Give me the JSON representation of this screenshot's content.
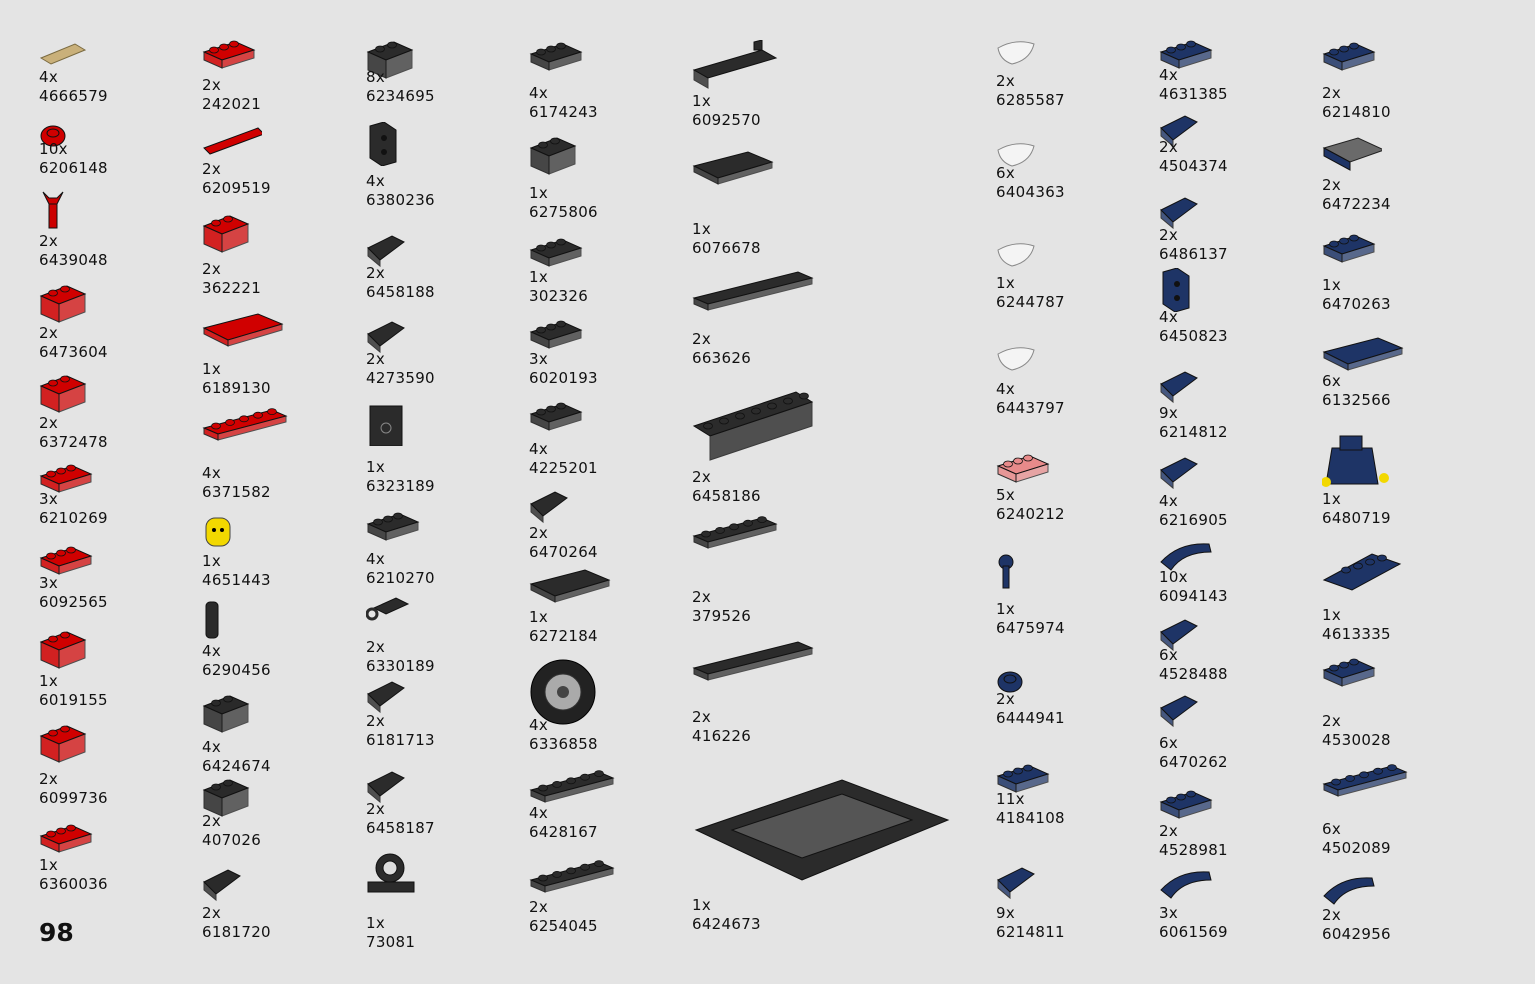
{
  "page_number": "98",
  "columns": [
    {
      "color": "misc",
      "items": [
        {
          "qty": "4x",
          "id": "4666579",
          "icon": "tan-pin-icon"
        },
        {
          "qty": "10x",
          "id": "6206148",
          "icon": "round-red-icon"
        },
        {
          "qty": "2x",
          "id": "6439048",
          "icon": "red-wrench-icon"
        },
        {
          "qty": "2x",
          "id": "6473604",
          "icon": "brick-icon"
        },
        {
          "qty": "2x",
          "id": "6372478",
          "icon": "brick-icon"
        },
        {
          "qty": "3x",
          "id": "6210269",
          "icon": "plate-icon"
        },
        {
          "qty": "3x",
          "id": "6092565",
          "icon": "plate-icon"
        },
        {
          "qty": "1x",
          "id": "6019155",
          "icon": "brick-icon"
        },
        {
          "qty": "2x",
          "id": "6099736",
          "icon": "brick-icon"
        },
        {
          "qty": "1x",
          "id": "6360036",
          "icon": "plate-icon"
        }
      ]
    },
    {
      "color": "misc",
      "items": [
        {
          "qty": "2x",
          "id": "242021",
          "icon": "plate-icon"
        },
        {
          "qty": "2x",
          "id": "6209519",
          "icon": "axle-icon"
        },
        {
          "qty": "2x",
          "id": "362221",
          "icon": "brick-icon"
        },
        {
          "qty": "1x",
          "id": "6189130",
          "icon": "tile-icon"
        },
        {
          "qty": "4x",
          "id": "6371582",
          "icon": "long-plate-icon"
        },
        {
          "qty": "1x",
          "id": "4651443",
          "icon": "minifig-head-icon"
        },
        {
          "qty": "4x",
          "id": "6290456",
          "icon": "cylinder-icon"
        },
        {
          "qty": "4x",
          "id": "6424674",
          "icon": "brick-icon"
        },
        {
          "qty": "2x",
          "id": "407026",
          "icon": "brick-icon"
        },
        {
          "qty": "2x",
          "id": "6181720",
          "icon": "slope-icon"
        }
      ]
    },
    {
      "color": "black",
      "items": [
        {
          "qty": "8x",
          "id": "6234695",
          "icon": "brick-icon"
        },
        {
          "qty": "4x",
          "id": "6380236",
          "icon": "bracket-icon"
        },
        {
          "qty": "2x",
          "id": "6458188",
          "icon": "slope-icon"
        },
        {
          "qty": "2x",
          "id": "4273590",
          "icon": "slope-icon"
        },
        {
          "qty": "1x",
          "id": "6323189",
          "icon": "panel-icon"
        },
        {
          "qty": "4x",
          "id": "6210270",
          "icon": "plate-icon"
        },
        {
          "qty": "2x",
          "id": "6330189",
          "icon": "clip-plate-icon"
        },
        {
          "qty": "2x",
          "id": "6181713",
          "icon": "slope-icon"
        },
        {
          "qty": "2x",
          "id": "6458187",
          "icon": "slope-icon"
        },
        {
          "qty": "1x",
          "id": "73081",
          "icon": "hinge-icon"
        }
      ]
    },
    {
      "color": "black",
      "items": [
        {
          "qty": "4x",
          "id": "6174243",
          "icon": "plate-icon"
        },
        {
          "qty": "1x",
          "id": "6275806",
          "icon": "brick-icon"
        },
        {
          "qty": "1x",
          "id": "302326",
          "icon": "plate-icon"
        },
        {
          "qty": "3x",
          "id": "6020193",
          "icon": "plate-icon"
        },
        {
          "qty": "4x",
          "id": "4225201",
          "icon": "plate-icon"
        },
        {
          "qty": "2x",
          "id": "6470264",
          "icon": "slope-icon"
        },
        {
          "qty": "1x",
          "id": "6272184",
          "icon": "tile-icon"
        },
        {
          "qty": "4x",
          "id": "6336858",
          "icon": "tire-icon"
        },
        {
          "qty": "4x",
          "id": "6428167",
          "icon": "long-plate-icon"
        },
        {
          "qty": "2x",
          "id": "6254045",
          "icon": "long-plate-icon"
        }
      ]
    },
    {
      "color": "black",
      "items": [
        {
          "qty": "1x",
          "id": "6092570",
          "icon": "angle-plate-icon"
        },
        {
          "qty": "1x",
          "id": "6076678",
          "icon": "tile-icon"
        },
        {
          "qty": "2x",
          "id": "663626",
          "icon": "long-tile-icon"
        },
        {
          "qty": "2x",
          "id": "6458186",
          "icon": "technic-plate-icon"
        },
        {
          "qty": "2x",
          "id": "379526",
          "icon": "long-plate-icon"
        },
        {
          "qty": "2x",
          "id": "416226",
          "icon": "long-tile-icon"
        },
        {
          "qty": "1x",
          "id": "6424673",
          "icon": "chassis-icon"
        }
      ]
    },
    {
      "color": "misc",
      "items": [
        {
          "qty": "2x",
          "id": "6285587",
          "icon": "white-part-icon"
        },
        {
          "qty": "6x",
          "id": "6404363",
          "icon": "white-part-icon"
        },
        {
          "qty": "1x",
          "id": "6244787",
          "icon": "white-part-icon"
        },
        {
          "qty": "4x",
          "id": "6443797",
          "icon": "white-part-icon"
        },
        {
          "qty": "5x",
          "id": "6240212",
          "icon": "plate-icon"
        },
        {
          "qty": "1x",
          "id": "6475974",
          "icon": "stick-icon"
        },
        {
          "qty": "2x",
          "id": "6444941",
          "icon": "round-plate-icon"
        },
        {
          "qty": "11x",
          "id": "4184108",
          "icon": "plate-icon"
        },
        {
          "qty": "9x",
          "id": "6214811",
          "icon": "slope-icon"
        }
      ]
    },
    {
      "color": "navy",
      "items": [
        {
          "qty": "4x",
          "id": "4631385",
          "icon": "plate-icon"
        },
        {
          "qty": "2x",
          "id": "4504374",
          "icon": "slope-icon"
        },
        {
          "qty": "2x",
          "id": "6486137",
          "icon": "slope-icon"
        },
        {
          "qty": "4x",
          "id": "6450823",
          "icon": "bracket-icon"
        },
        {
          "qty": "9x",
          "id": "6214812",
          "icon": "slope-icon"
        },
        {
          "qty": "4x",
          "id": "6216905",
          "icon": "slope-icon"
        },
        {
          "qty": "10x",
          "id": "6094143",
          "icon": "curved-slope-icon"
        },
        {
          "qty": "6x",
          "id": "4528488",
          "icon": "slope-icon"
        },
        {
          "qty": "6x",
          "id": "6470262",
          "icon": "slope-icon"
        },
        {
          "qty": "2x",
          "id": "4528981",
          "icon": "plate-icon"
        },
        {
          "qty": "3x",
          "id": "6061569",
          "icon": "curved-slope-icon"
        }
      ]
    },
    {
      "color": "navy",
      "items": [
        {
          "qty": "2x",
          "id": "6214810",
          "icon": "plate-icon"
        },
        {
          "qty": "2x",
          "id": "6472234",
          "icon": "grille-icon"
        },
        {
          "qty": "1x",
          "id": "6470263",
          "icon": "plate-icon"
        },
        {
          "qty": "6x",
          "id": "6132566",
          "icon": "tile-icon"
        },
        {
          "qty": "1x",
          "id": "6480719",
          "icon": "minifig-torso-icon"
        },
        {
          "qty": "1x",
          "id": "4613335",
          "icon": "wedge-plate-icon"
        },
        {
          "qty": "2x",
          "id": "4530028",
          "icon": "plate-icon"
        },
        {
          "qty": "6x",
          "id": "4502089",
          "icon": "long-plate-icon"
        },
        {
          "qty": "2x",
          "id": "6042956",
          "icon": "curved-slope-icon"
        }
      ]
    }
  ]
}
